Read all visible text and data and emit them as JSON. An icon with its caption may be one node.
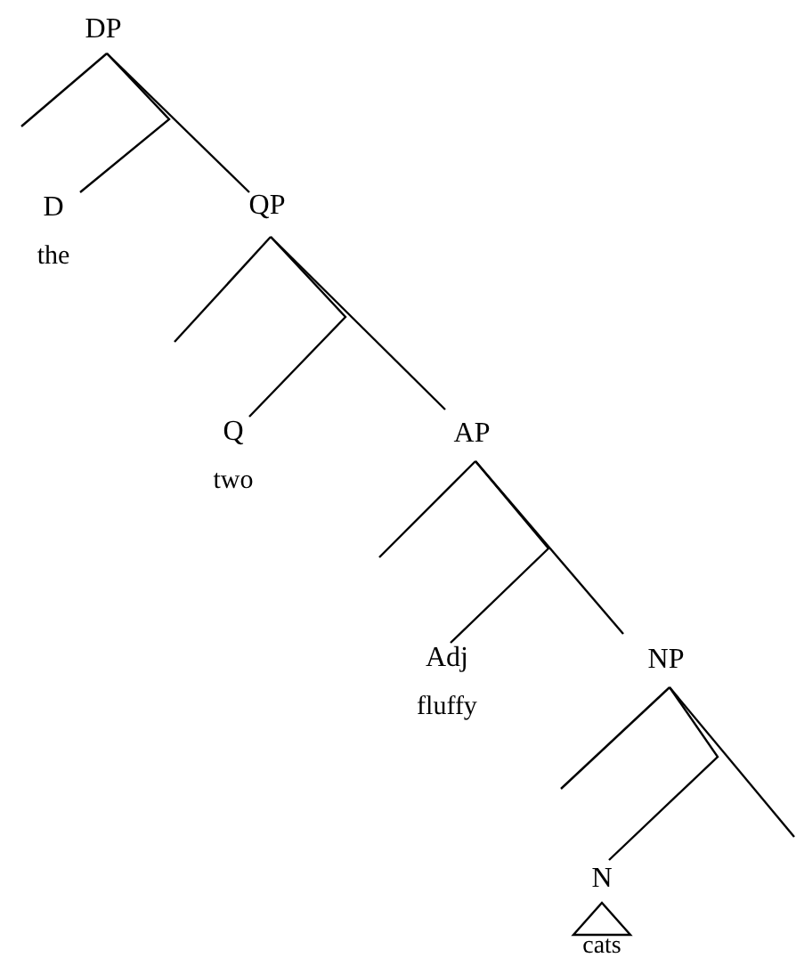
{
  "diagram": {
    "nodes": [
      {
        "text": [
          "DP"
        ]
      },
      {
        "text": [
          "D",
          "the"
        ]
      },
      {
        "text": [
          "QP"
        ]
      },
      {
        "text": [
          "Q",
          "two"
        ]
      },
      {
        "text": [
          "AP"
        ]
      },
      {
        "text": [
          "Adj",
          "fluffy"
        ]
      },
      {
        "text": [
          "NP"
        ]
      },
      {
        "text": [
          "N"
        ]
      },
      {
        "text": [
          "cats"
        ]
      }
    ],
    "edges": [
      {
        "from": 0,
        "to": null,
        "arrow": "none"
      },
      {
        "from": 0,
        "to": 2,
        "arrow": "none"
      },
      {
        "from": 0,
        "to": 1,
        "arrow": "none"
      },
      {
        "from": 2,
        "to": null,
        "arrow": "none"
      },
      {
        "from": 2,
        "to": 4,
        "arrow": "none"
      },
      {
        "from": 2,
        "to": 3,
        "arrow": "none"
      },
      {
        "from": 4,
        "to": null,
        "arrow": "none"
      },
      {
        "from": 4,
        "to": 6,
        "arrow": "none"
      },
      {
        "from": 4,
        "to": 5,
        "arrow": "none"
      },
      {
        "from": 6,
        "to": null,
        "arrow": "none"
      },
      {
        "from": 6,
        "to": null,
        "arrow": "none"
      },
      {
        "from": 6,
        "to": 7,
        "arrow": "none"
      },
      {
        "from": 7,
        "to": 8,
        "arrow": "none"
      }
    ]
  }
}
